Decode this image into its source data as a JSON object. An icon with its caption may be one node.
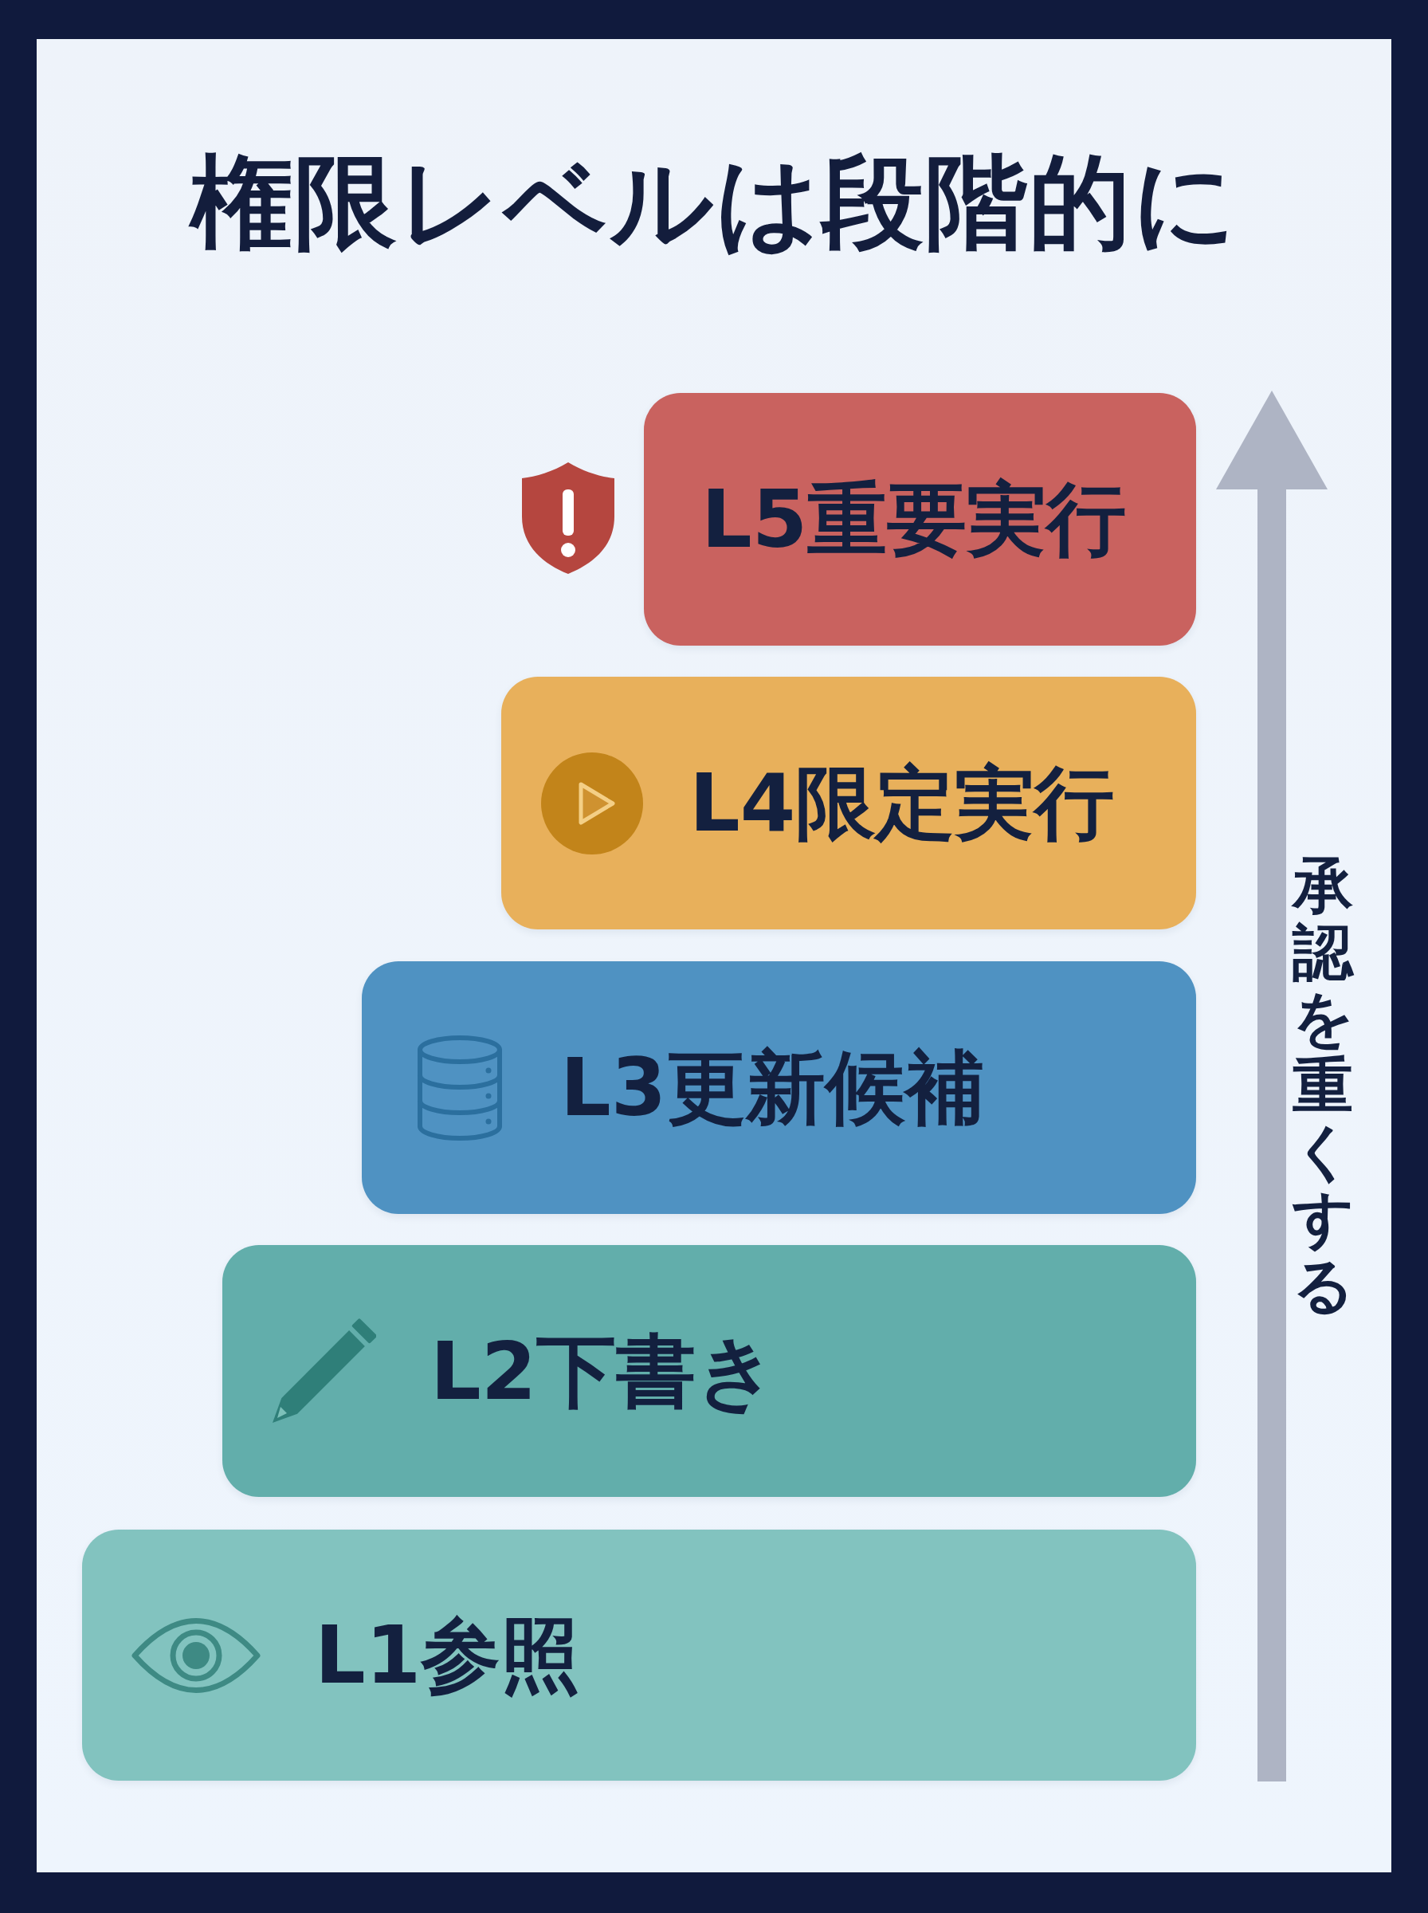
{
  "diagram": {
    "title": "権限レベルは段階的に",
    "nodes": [
      {
        "text": [
          "L5重要実行"
        ]
      },
      {
        "text": [
          "L4限定実行"
        ]
      },
      {
        "text": [
          "L3更新候補"
        ]
      },
      {
        "text": [
          "L2下書き"
        ]
      },
      {
        "text": [
          "L1参照"
        ]
      }
    ],
    "labels": [
      "承認を重くする"
    ]
  }
}
